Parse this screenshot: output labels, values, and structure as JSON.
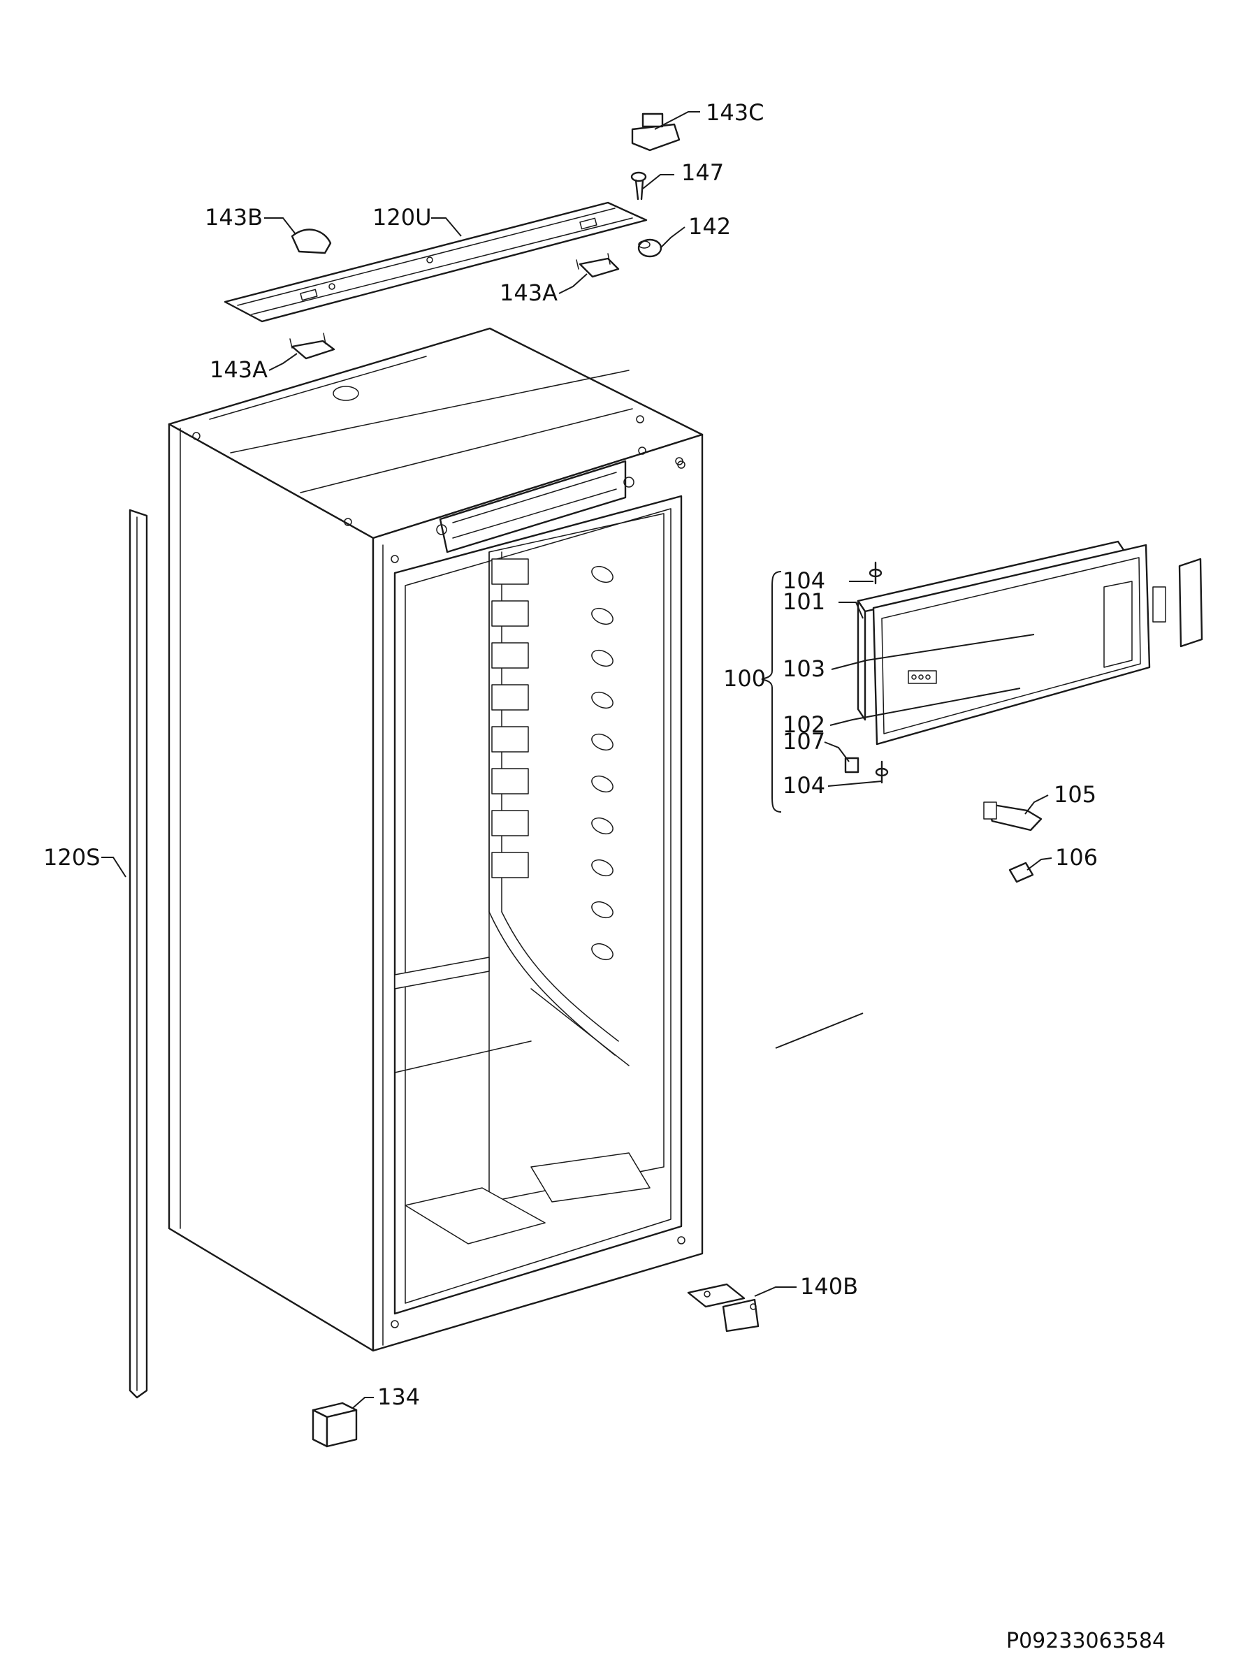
{
  "diagram": {
    "document_id": "P09233063584",
    "callouts": {
      "c143C": "143C",
      "c147": "147",
      "c142": "142",
      "c143B": "143B",
      "c120U": "120U",
      "c143A_top": "143A",
      "c143A_left": "143A",
      "c104_top": "104",
      "c101": "101",
      "c100": "100",
      "c103": "103",
      "c102": "102",
      "c107": "107",
      "c104_bottom": "104",
      "c105": "105",
      "c106": "106",
      "c120S": "120S",
      "c140B": "140B",
      "c134": "134"
    }
  }
}
